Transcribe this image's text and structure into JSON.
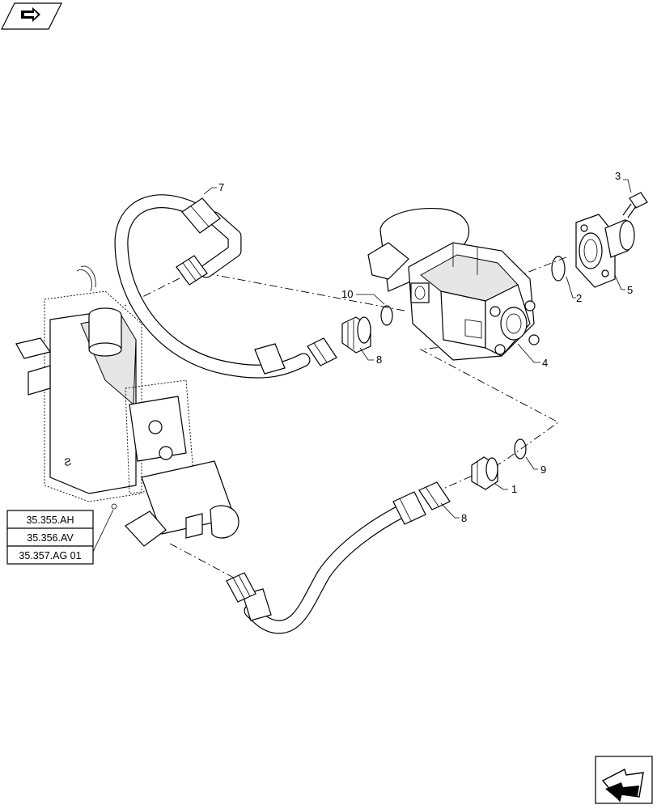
{
  "callouts": {
    "c1": "1",
    "c2": "2",
    "c3": "3",
    "c4": "4",
    "c5": "5",
    "c7": "7",
    "c8a": "8",
    "c8b": "8",
    "c9": "9",
    "c10": "10"
  },
  "references": [
    "35.355.AH",
    "35.356.AV",
    "35.357.AG 01"
  ],
  "icons": {
    "top_left": "previous-page-icon",
    "bottom_right": "next-page-icon"
  }
}
